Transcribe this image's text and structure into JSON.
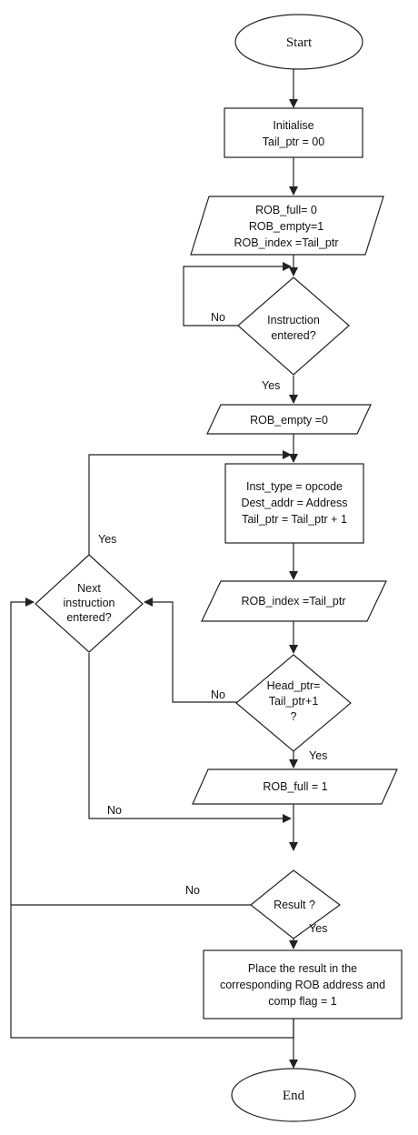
{
  "nodes": {
    "start": {
      "lines": [
        "Start"
      ]
    },
    "init": {
      "lines": [
        "Initialise",
        "Tail_ptr = 00"
      ]
    },
    "rob_init": {
      "lines": [
        "ROB_full= 0",
        "ROB_empty=1",
        "ROB_index =Tail_ptr"
      ]
    },
    "instr": {
      "lines": [
        "Instruction",
        "entered?"
      ]
    },
    "rob_empty": {
      "lines": [
        "ROB_empty =0"
      ]
    },
    "inst_type": {
      "lines": [
        "Inst_type = opcode",
        "Dest_addr = Address",
        "Tail_ptr = Tail_ptr + 1"
      ]
    },
    "next_instr": {
      "lines": [
        "Next",
        "instruction",
        "entered?"
      ]
    },
    "rob_index": {
      "lines": [
        "ROB_index =Tail_ptr"
      ]
    },
    "head_ptr": {
      "lines": [
        "Head_ptr=",
        "Tail_ptr+1",
        "?"
      ]
    },
    "rob_full": {
      "lines": [
        "ROB_full = 1"
      ]
    },
    "result": {
      "lines": [
        "Result ?"
      ]
    },
    "place": {
      "lines": [
        "Place the result in the",
        "corresponding ROB address and",
        "comp flag = 1"
      ]
    },
    "end": {
      "lines": [
        "End"
      ]
    }
  },
  "edge_labels": {
    "instr_no": "No",
    "instr_yes": "Yes",
    "next_yes": "Yes",
    "head_no": "No",
    "head_yes": "Yes",
    "next_no": "No",
    "result_no": "No",
    "result_yes": "Yes"
  },
  "colors": {
    "stroke": "#222222",
    "fill": "#ffffff",
    "text": "#111111"
  }
}
